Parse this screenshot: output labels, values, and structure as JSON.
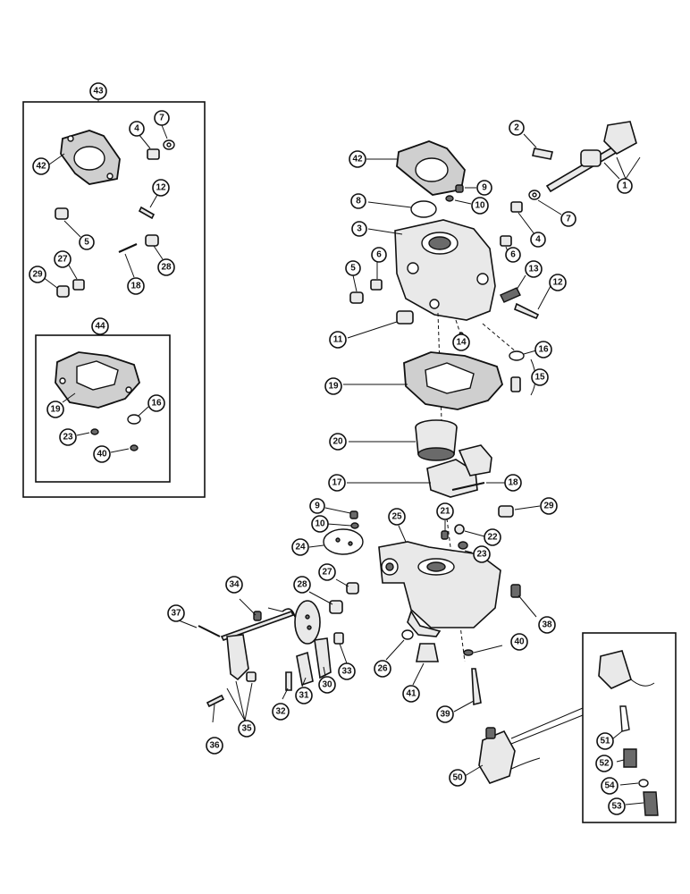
{
  "callouts": {
    "c1": "1",
    "c2": "2",
    "c3": "3",
    "c4": "4",
    "c5": "5",
    "c6": "6",
    "c7": "7",
    "c8": "8",
    "c9": "9",
    "c10": "10",
    "c11": "11",
    "c12": "12",
    "c13": "13",
    "c14": "14",
    "c15": "15",
    "c16": "16",
    "c17": "17",
    "c18": "18",
    "c19": "19",
    "c20": "20",
    "c21": "21",
    "c22": "22",
    "c23": "23",
    "c24": "24",
    "c25": "25",
    "c26": "26",
    "c27": "27",
    "c28": "28",
    "c29": "29",
    "c30": "30",
    "c31": "31",
    "c32": "32",
    "c33": "33",
    "c34": "34",
    "c35": "35",
    "c36": "36",
    "c37": "37",
    "c38": "38",
    "c39": "39",
    "c40": "40",
    "c41": "41",
    "c42": "42",
    "c43": "43",
    "c44": "44",
    "c50": "50",
    "c51": "51",
    "c52": "52",
    "c53": "53",
    "c54": "54"
  }
}
